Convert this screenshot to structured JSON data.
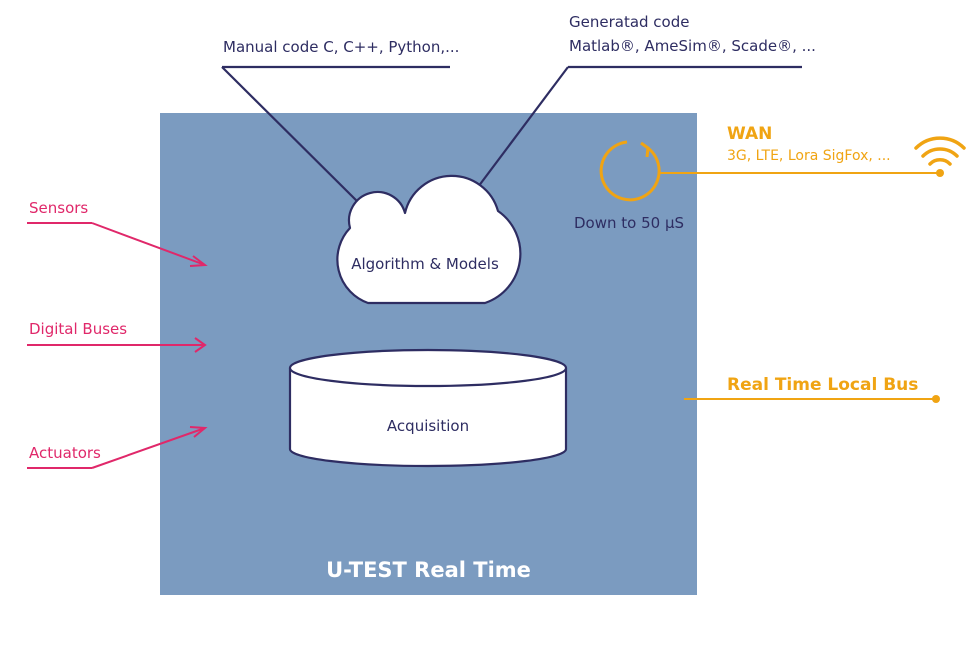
{
  "code_sources": {
    "manual": "Manual code C, C++, Python,...",
    "generated_title": "Generatad code",
    "generated_tools": "Matlab®, AmeSim®, Scade®, ..."
  },
  "inputs": {
    "sensors": "Sensors",
    "digital_buses": "Digital Buses",
    "actuators": "Actuators"
  },
  "system": {
    "title": "U-TEST Real Time",
    "cloud_label": "Algorithm & Models",
    "acquisition_label": "Acquisition",
    "cycle_label": "Down to 50 µS"
  },
  "network": {
    "wan_title": "WAN",
    "wan_protocols": "3G, LTE, Lora SigFox, ...",
    "local_bus": "Real Time Local Bus"
  },
  "colors": {
    "box": "#7b9bc0",
    "ink": "#2e2d62",
    "input_accent": "#e0286a",
    "network_accent": "#f0a413"
  },
  "icons": [
    "cycle-arrow-icon",
    "wifi-icon"
  ]
}
